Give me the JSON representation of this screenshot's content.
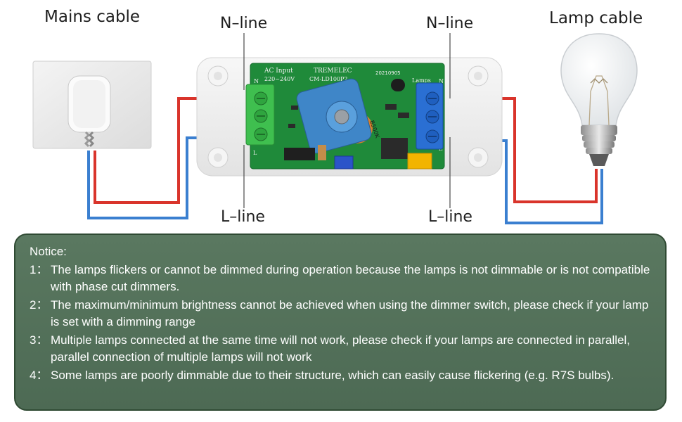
{
  "labels": {
    "mains_cable": "Mains cable",
    "lamp_cable": "Lamp cable",
    "n_line_left": "N–line",
    "n_line_right": "N–line",
    "l_line_left": "L–line",
    "l_line_right": "L–line"
  },
  "board": {
    "ac_input": "AC Input",
    "voltage": "220~240V",
    "brand": "TREMELEC",
    "model": "CM-LD100P2",
    "date": "20210905",
    "lamps": "Lamps",
    "n_left": "N",
    "l_left": "L",
    "n_right": "N",
    "l_right": "L",
    "pot_value": "B500K"
  },
  "colors": {
    "live_wire": "#d9342b",
    "neutral_wire": "#3a7fd0",
    "pcb": "#1f8a3a",
    "notice_bg": "#557359"
  },
  "notice": {
    "title": "Notice:",
    "items": [
      {
        "num": "1：",
        "text": "The lamps flickers or cannot be dimmed during operation because the lamps is not dimmable or is not compatible with phase cut dimmers."
      },
      {
        "num": "2：",
        "text": "The maximum/minimum brightness cannot be achieved when using the dimmer switch, please check if your lamp is set with a dimming range"
      },
      {
        "num": "3：",
        "text": "Multiple lamps connected at the same time will not work, please check if your lamps are connected in parallel, parallel connection of multiple lamps will not work"
      },
      {
        "num": "4：",
        "text": "Some lamps are poorly dimmable due to their structure, which can easily cause flickering (e.g. R7S bulbs)."
      }
    ]
  }
}
